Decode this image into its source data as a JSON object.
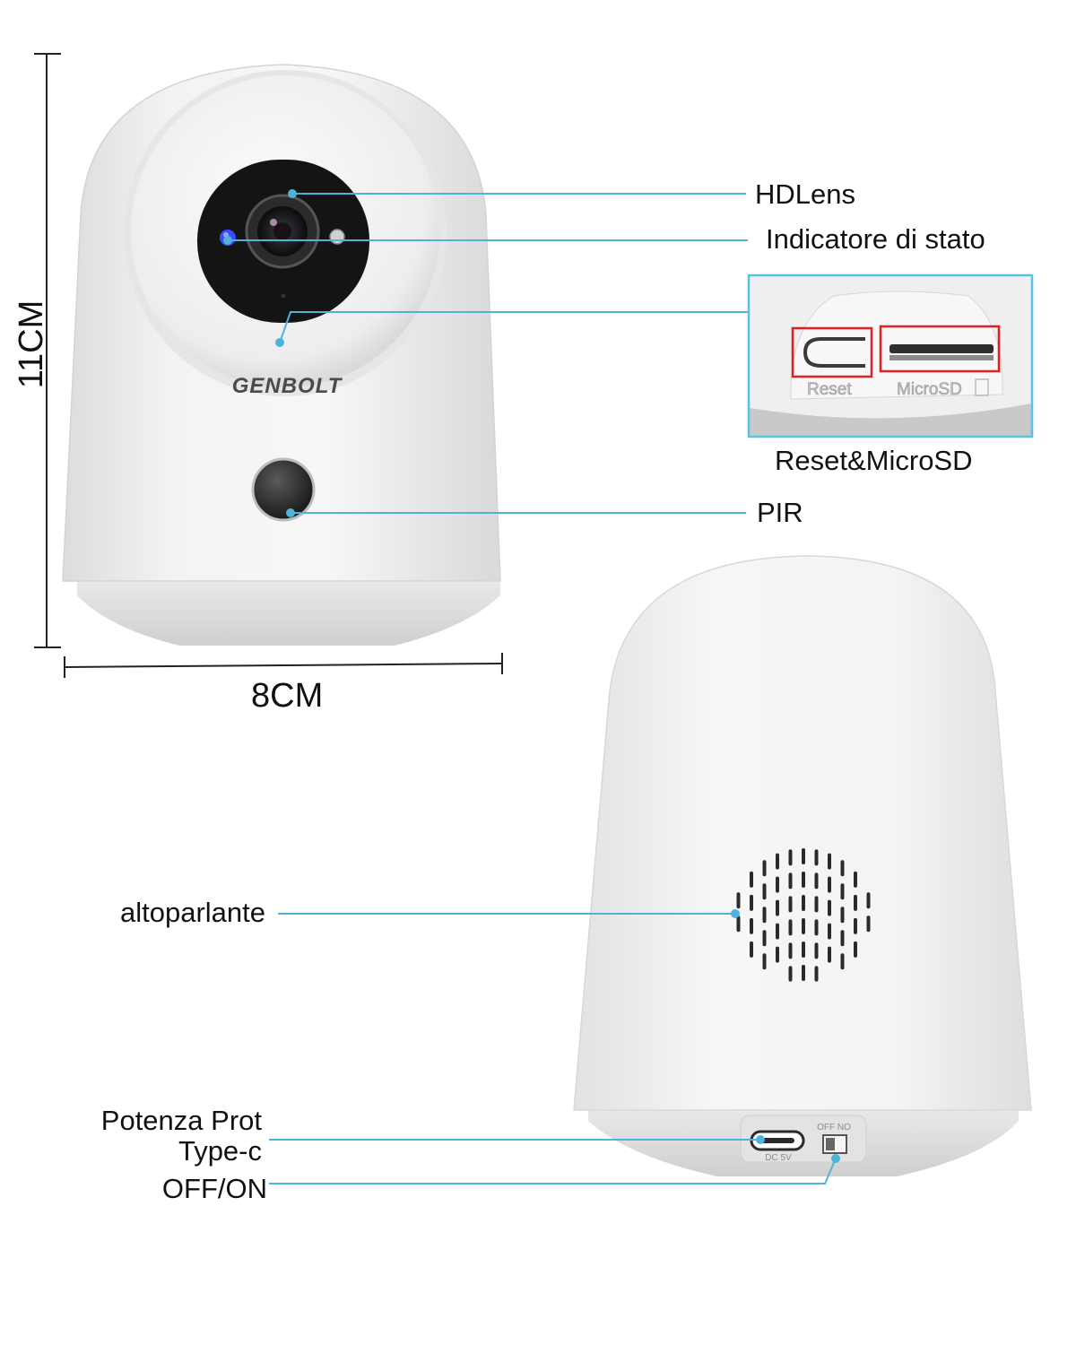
{
  "brand": {
    "logo_text": "GENBOLT"
  },
  "dimensions": {
    "height": "11CM",
    "width": "8CM"
  },
  "callouts": {
    "hd_lens": "HDLens",
    "status_indicator": "Indicatore di stato",
    "reset_microsd": "Reset&MicroSD",
    "pir": "PIR",
    "speaker": "altoparlante",
    "power_port_line1": "Potenza Prot",
    "power_port_line2": "Type-c",
    "off_on": "OFF/ON"
  },
  "inset": {
    "reset_label": "Reset",
    "microsd_label": "MicroSD"
  },
  "back_panel": {
    "dc_label": "DC 5V",
    "switch_label": "OFF NO"
  },
  "colors": {
    "leader_line": "#4fb3d9",
    "inset_border": "#5bc0e6",
    "highlight_box": "#e02020",
    "status_led_blue": "#3a4bff",
    "camera_body": "#f2f2f2",
    "lens_black": "#141414"
  }
}
